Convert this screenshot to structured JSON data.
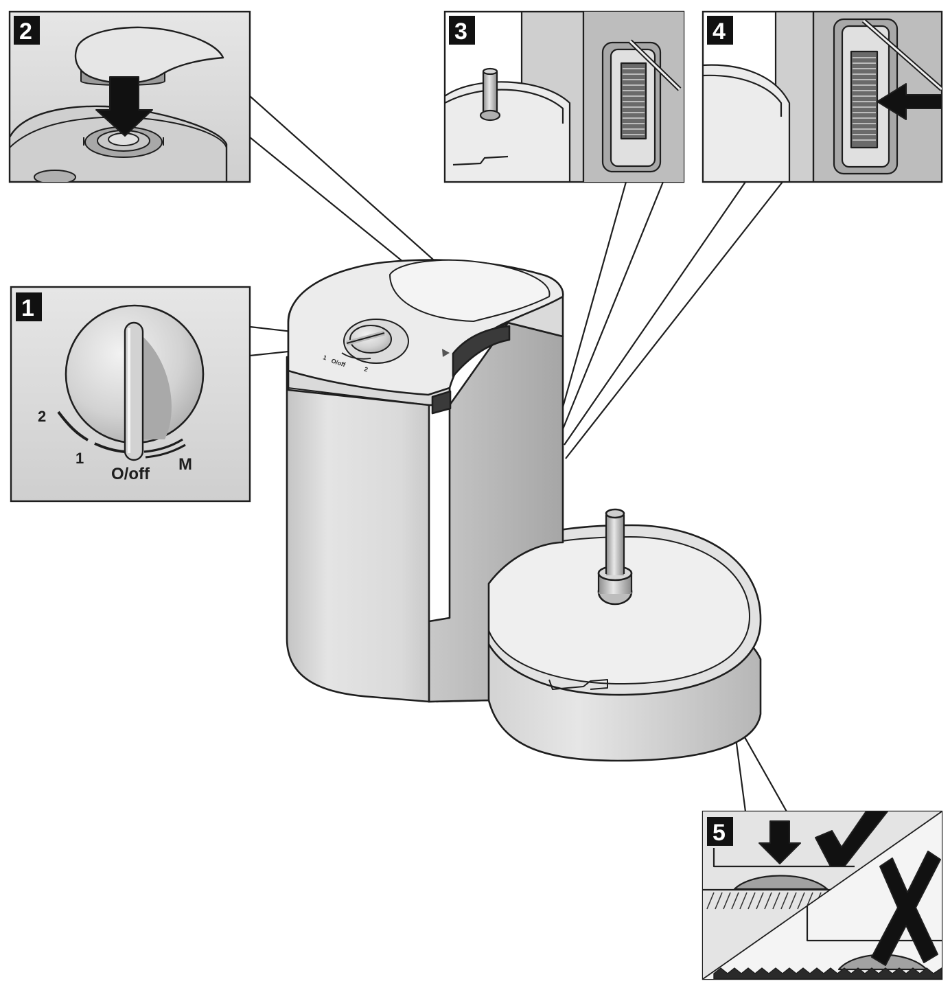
{
  "panels": {
    "p1": {
      "number": "1"
    },
    "p2": {
      "number": "2"
    },
    "p3": {
      "number": "3"
    },
    "p4": {
      "number": "4"
    },
    "p5": {
      "number": "5"
    }
  },
  "dial": {
    "label_2": "2",
    "label_1": "1",
    "label_off": "O/off",
    "label_m": "M"
  },
  "body_dial": {
    "label_2": "2",
    "label_1": "1",
    "label_off": "O/off"
  },
  "colors": {
    "line": "#1e1e1e",
    "body_light": "#e8e8e8",
    "body_mid": "#c9c9c9",
    "body_dark": "#9e9e9e",
    "panel_bg": "#dcdcdc",
    "badge": "#111111"
  }
}
